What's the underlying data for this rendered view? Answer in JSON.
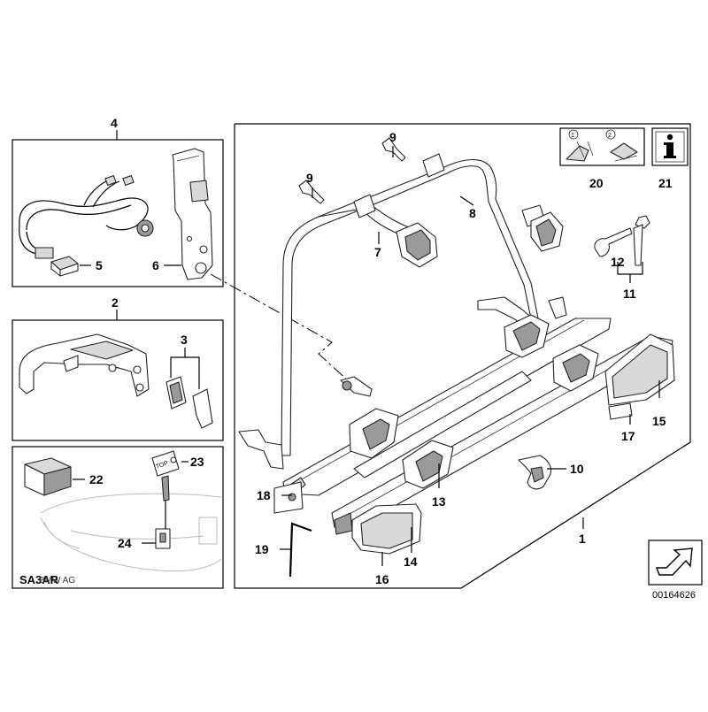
{
  "callouts": {
    "c1": "1",
    "c2": "2",
    "c3": "3",
    "c4": "4",
    "c5": "5",
    "c6": "6",
    "c7": "7",
    "c8": "8",
    "c9a": "9",
    "c9b": "9",
    "c10": "10",
    "c11": "11",
    "c12": "12",
    "c13": "13",
    "c14": "14",
    "c15": "15",
    "c16": "16",
    "c17": "17",
    "c18": "18",
    "c19": "19",
    "c20": "20",
    "c21": "21",
    "c22": "22",
    "c23": "23",
    "c24": "24"
  },
  "labels": {
    "diagram_code": "SA3AR",
    "diagram_code_overlay": "BMW AG",
    "image_number": "00164626",
    "key_tag_text": "TOP"
  },
  "icons": {
    "info_panel": "info-icon",
    "instruction_panel": "mounting-instruction-icon",
    "orientation_arrow": "direction-arrow-icon"
  }
}
